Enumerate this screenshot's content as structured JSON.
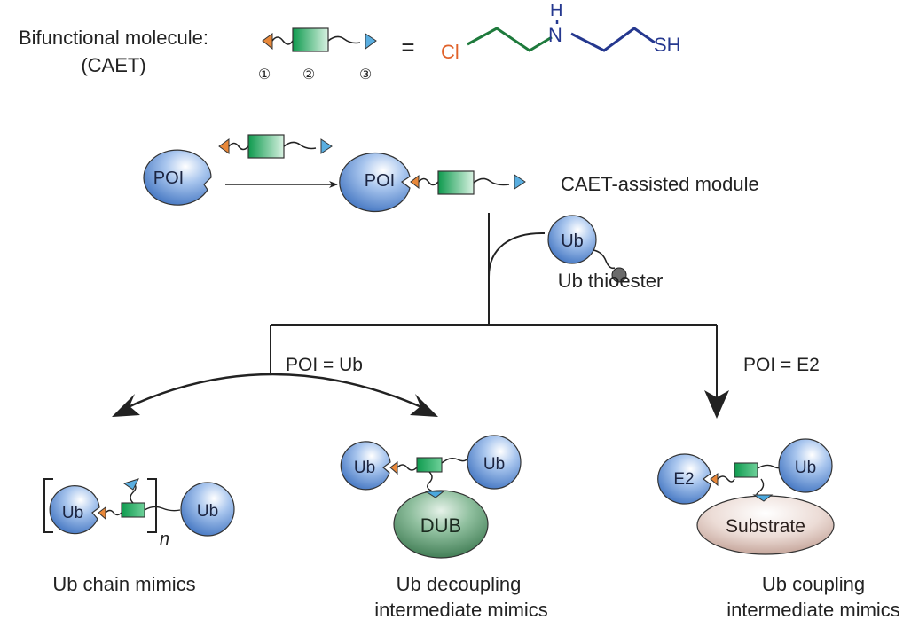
{
  "header": {
    "caption_line1": "Bifunctional molecule:",
    "caption_line2": "(CAET)",
    "component_markers": [
      "①",
      "②",
      "③"
    ],
    "equals": "=",
    "atom_cl": "Cl",
    "atom_nh_h": "H",
    "atom_nh_n": "N",
    "atom_sh": "SH"
  },
  "module": {
    "poi_label": "POI",
    "poi_bound_label": "POI",
    "module_label": "CAET-assisted module"
  },
  "thioester": {
    "ub_label": "Ub",
    "caption": "Ub thioester"
  },
  "branches": {
    "left_condition": "POI = Ub",
    "right_condition": "POI = E2"
  },
  "products": {
    "chain": {
      "ub_left": "Ub",
      "ub_right": "Ub",
      "subscript": "n",
      "caption": "Ub chain mimics"
    },
    "decoupling": {
      "ub_left": "Ub",
      "ub_right": "Ub",
      "enzyme": "DUB",
      "caption_line1": "Ub decoupling",
      "caption_line2": "intermediate mimics"
    },
    "coupling": {
      "e2": "E2",
      "ub": "Ub",
      "substrate": "Substrate",
      "caption_line1": "Ub coupling",
      "caption_line2": "intermediate mimics"
    }
  },
  "colors": {
    "chlorine": "#e0622a",
    "ethyl_green": "#1e7a3c",
    "amine_blue": "#25388f",
    "linker_square": "#1aa65a",
    "thiol_cap": "#4aa8de",
    "ub_fill": "#2d64b8",
    "dub_fill": "#2f6e44",
    "substrate_fill": "#c9aba2"
  }
}
